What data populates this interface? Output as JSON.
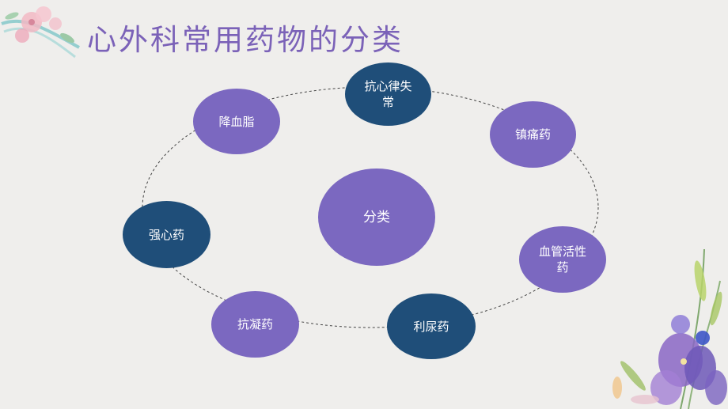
{
  "slide": {
    "title": "心外科常用药物的分类",
    "center_label": "分类",
    "categories": [
      {
        "id": "antiarrhythmic",
        "label": "抗心律失常",
        "color": "#1f4e79"
      },
      {
        "id": "analgesic",
        "label": "镇痛药",
        "color": "#7b68c0"
      },
      {
        "id": "vasoactive",
        "label": "血管活性药",
        "color": "#7b68c0"
      },
      {
        "id": "diuretic",
        "label": "利尿药",
        "color": "#1f4e79"
      },
      {
        "id": "anticoagulant",
        "label": "抗凝药",
        "color": "#7b68c0"
      },
      {
        "id": "cardiotonic",
        "label": "强心药",
        "color": "#1f4e79"
      },
      {
        "id": "lipid-lowering",
        "label": "降血脂",
        "color": "#7b68c0"
      }
    ]
  },
  "colors": {
    "title": "#7b62b8",
    "purple": "#7b68c0",
    "navy": "#1f4e79",
    "background": "#efeeec"
  }
}
